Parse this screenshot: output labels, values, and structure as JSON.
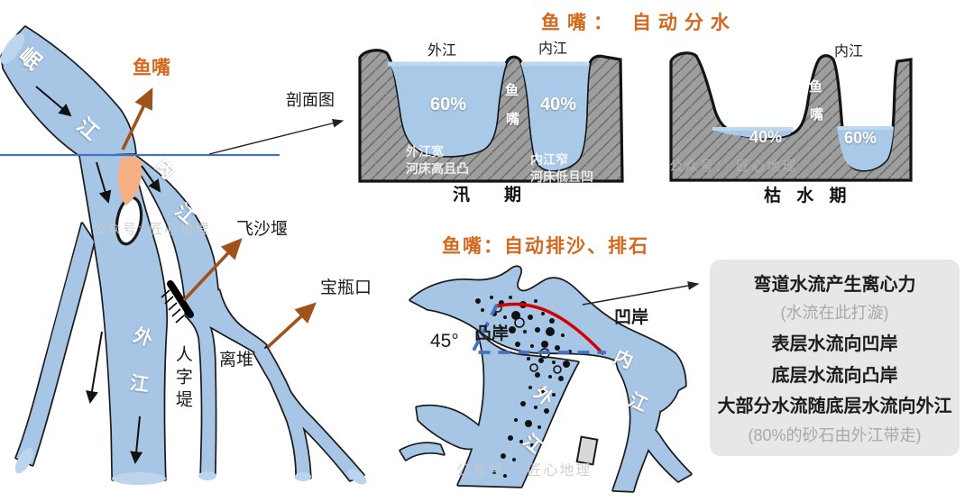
{
  "left_map": {
    "min_river": {
      "char1": "岷",
      "char2": "江"
    },
    "fish_mouth_label": "鱼嘴",
    "section_pointer_label": "剖面图",
    "inner_river": {
      "char1": "内",
      "char2": "江"
    },
    "outer_river": {
      "char1": "外",
      "char2": "江"
    },
    "feishayan_label": "飞沙堰",
    "baopingkou_label": "宝瓶口",
    "lidui_label": "离堆",
    "renzidi_label": "人字堤",
    "watermark": "公众号: 匠心地理"
  },
  "top_right": {
    "title": "鱼嘴： 自动分水",
    "flood": {
      "outer_label": "外江",
      "inner_label": "内江",
      "outer_pct": "60%",
      "inner_pct": "40%",
      "ridge_char1": "鱼",
      "ridge_char2": "嘴",
      "outer_note": "外江宽\n河床高且凸",
      "inner_note": "内江窄\n河床低且凹",
      "caption": "汛　　期"
    },
    "dry": {
      "inner_label": "内江",
      "left_pct": "40%",
      "right_pct": "60%",
      "ridge_char1": "鱼",
      "ridge_char2": "嘴",
      "caption": "枯 水 期",
      "watermark": "公众号： 匠心地理"
    }
  },
  "bottom_middle": {
    "title": "鱼嘴：自动排沙、排石",
    "angle_label": "45°",
    "convex_bank_label": "凸岸",
    "concave_bank_label": "凹岸",
    "outer_river": {
      "char1": "外",
      "char2": "江"
    },
    "inner_river": {
      "char1": "内",
      "char2": "江"
    },
    "watermark": "公众号： 匠心地理"
  },
  "info_box": {
    "lines": [
      {
        "text": "弯道水流产生离心力",
        "muted": false
      },
      {
        "text": "(水流在此打漩)",
        "muted": true
      },
      {
        "text": "表层水流向凹岸",
        "muted": false
      },
      {
        "text": "底层水流向凸岸",
        "muted": false
      },
      {
        "text": "大部分水流随底层水流向外江",
        "muted": false
      },
      {
        "text": "(80%的砂石由外江带走)",
        "muted": true
      }
    ]
  },
  "colors": {
    "river_blue": "#A7C5E5",
    "water_blue": "#A9C9E8",
    "surface_blue": "#BDD7EE",
    "rock_gray": "#9E9E9E",
    "accent_orange": "#D2691E",
    "arrow_brown": "#A0521D",
    "level_line_blue": "#4472C4",
    "flow_red": "#D40000",
    "box_gray": "#E8E7E7",
    "fishmouth_orange": "#F5B183"
  }
}
